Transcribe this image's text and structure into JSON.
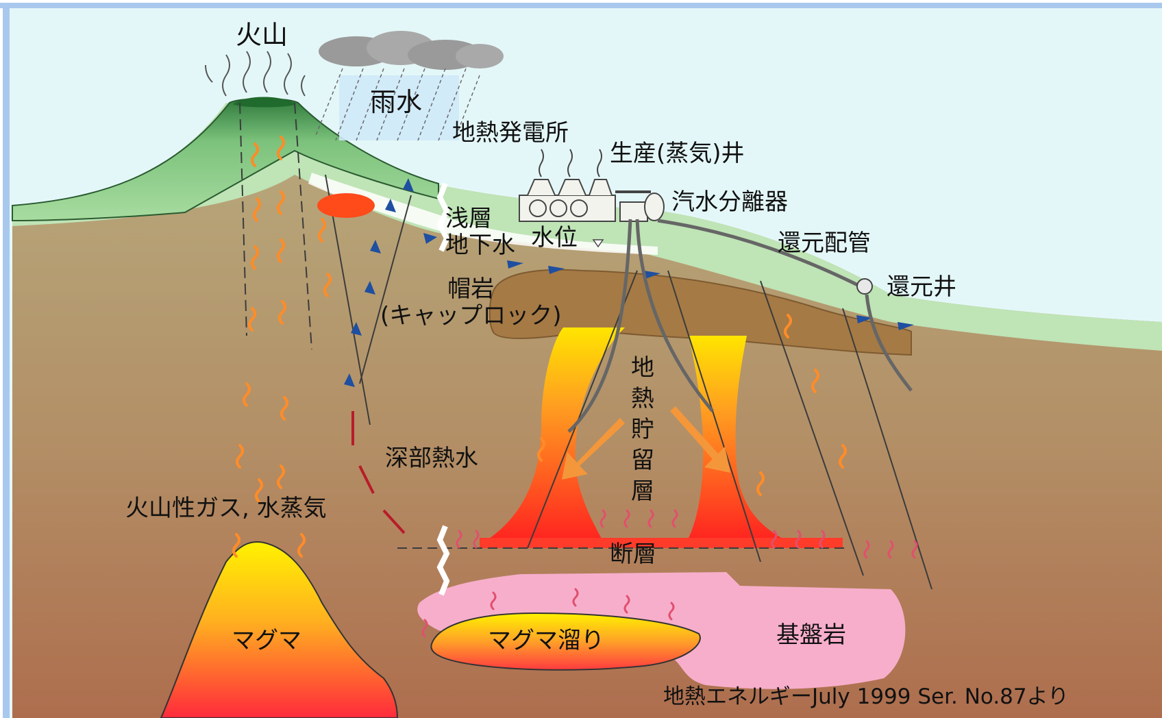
{
  "labels": {
    "volcano": "火山",
    "rain": "雨水",
    "power_plant": "地熱発電所",
    "production_well": "生産(蒸気)井",
    "separator": "汽水分離器",
    "shallow_groundwater": "浅層\n地下水",
    "water_level": "水位",
    "reinjection_pipe": "還元配管",
    "reinjection_well": "還元井",
    "cap_rock": "帽岩\n(キャップロック)",
    "reservoir": "地熱貯留層",
    "deep_hot_water": "深部熱水",
    "volcanic_gas": "火山性ガス, 水蒸気",
    "fault": "断層",
    "magma": "マグマ",
    "magma_chamber": "マグマ溜り",
    "basement": "基盤岩"
  },
  "credit": "地熱エネルギーJuly 1999 Ser. No.87より"
}
